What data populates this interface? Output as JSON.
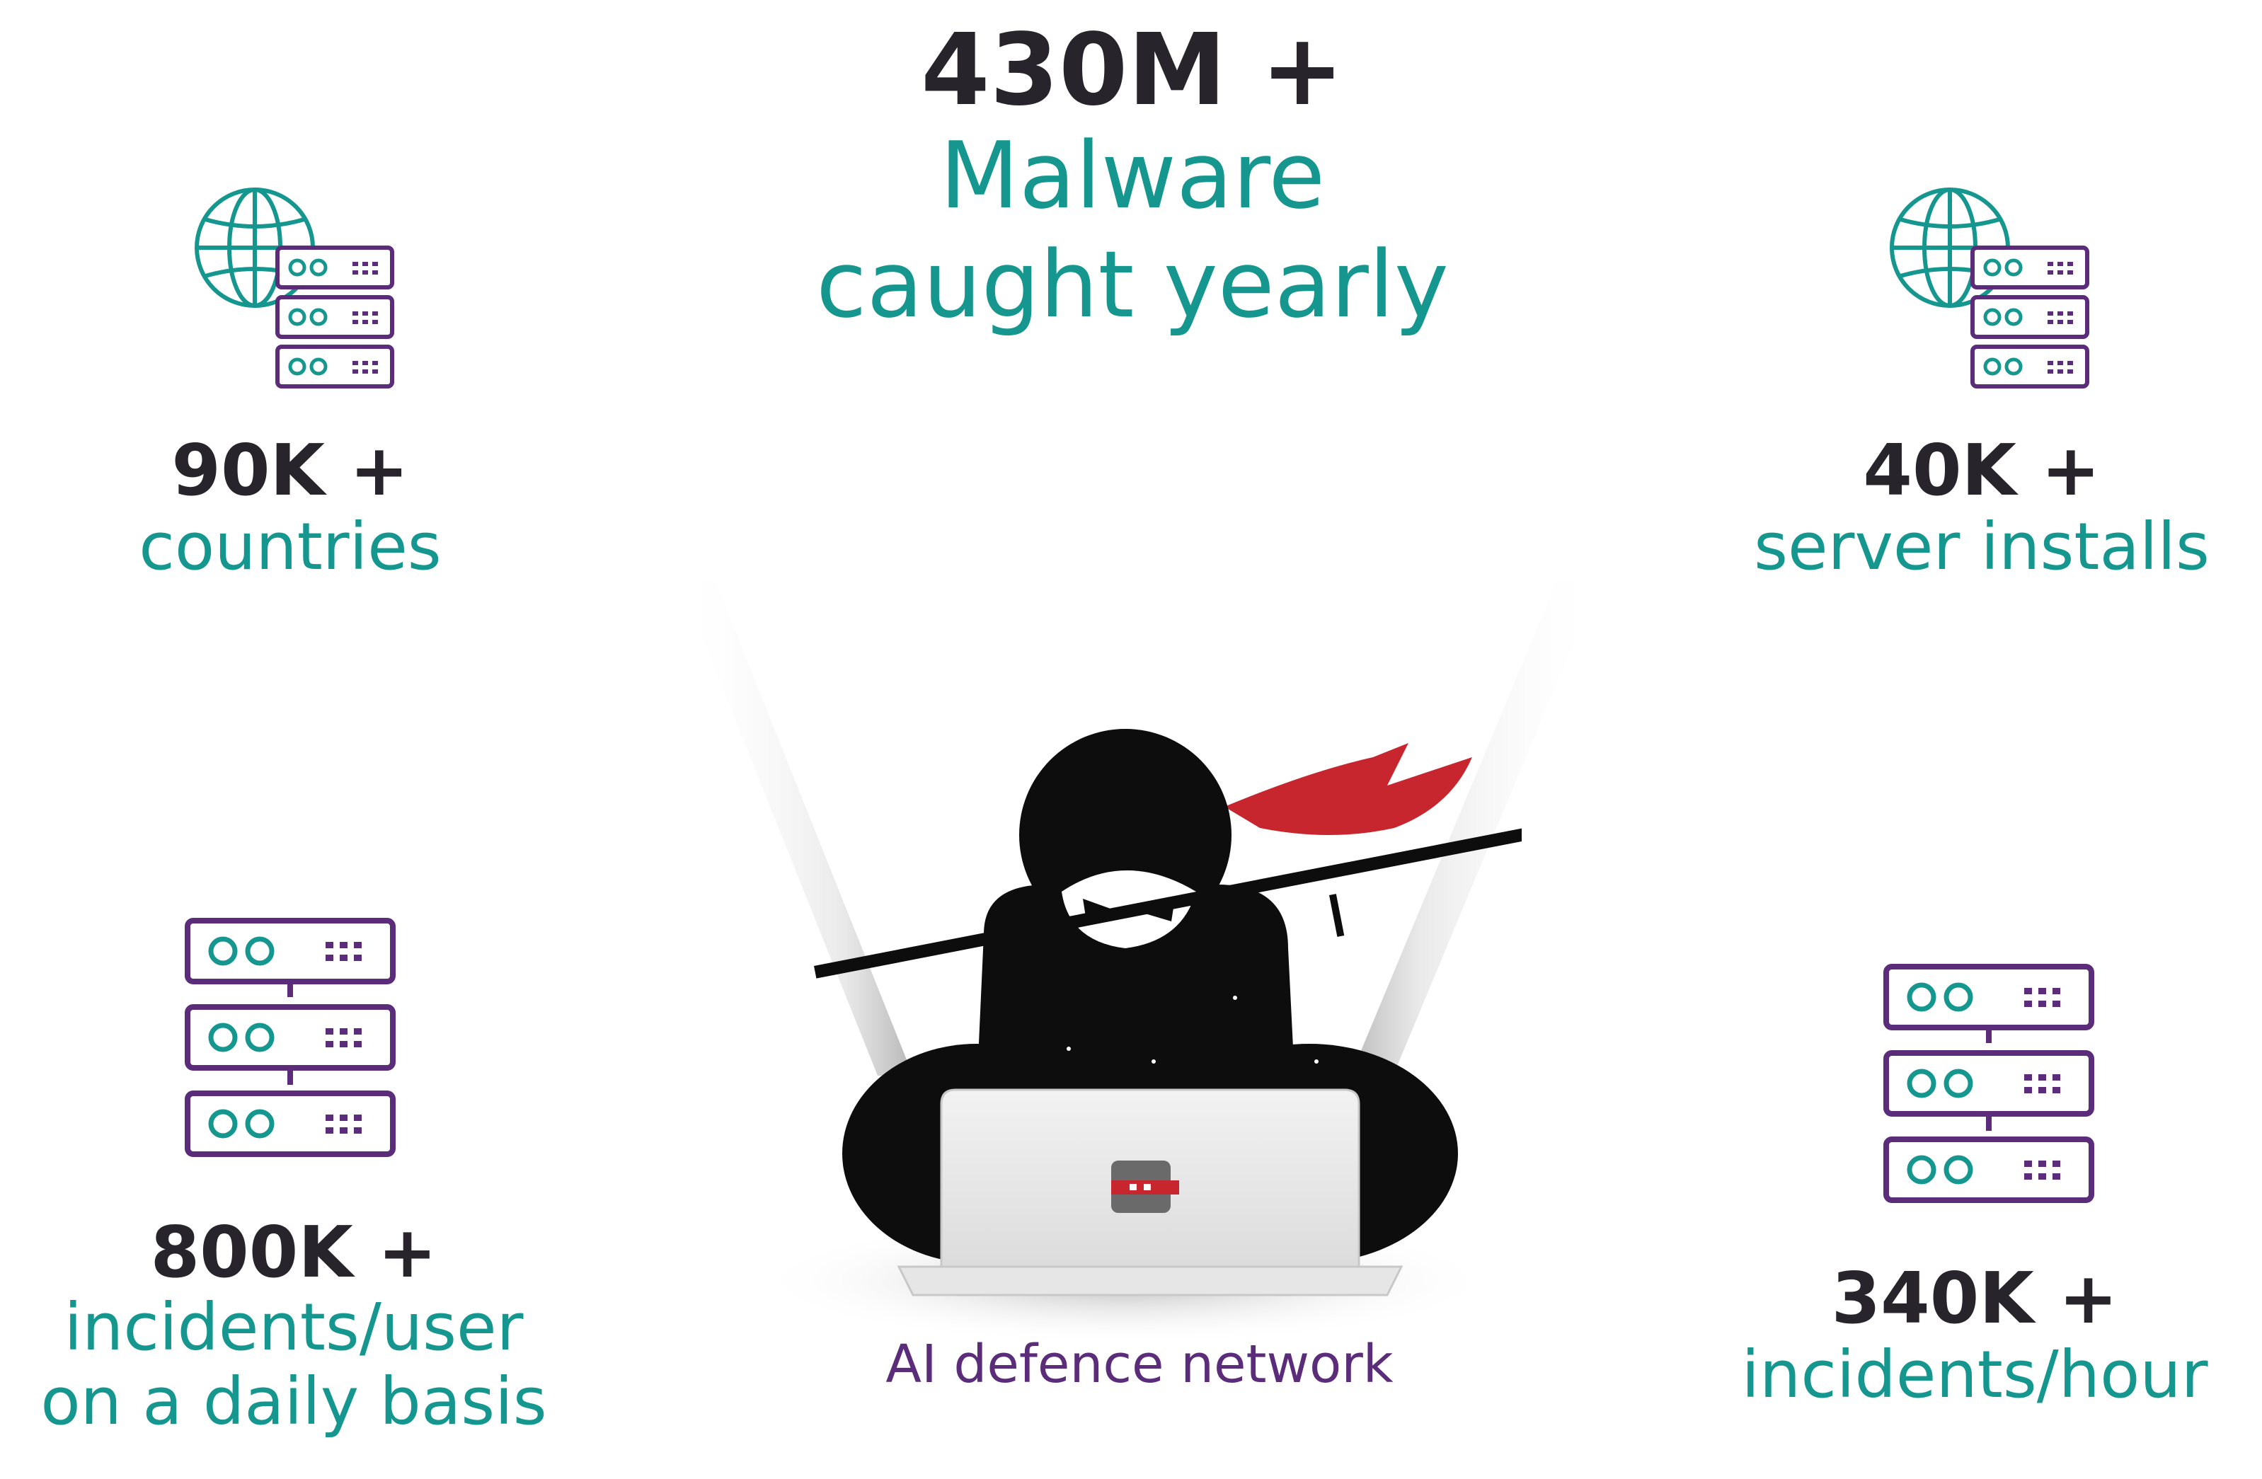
{
  "center": {
    "number": "430M +",
    "label_line1": "Malware",
    "label_line2": "caught yearly",
    "caption": "AI defence network"
  },
  "stats": {
    "top_left": {
      "number": "90K +",
      "label_line1": "countries",
      "label_line2": ""
    },
    "top_right": {
      "number": "40K +",
      "label_line1": "server installs",
      "label_line2": ""
    },
    "bottom_left": {
      "number": "800K +",
      "label_line1": "incidents/user",
      "label_line2": "on a daily basis"
    },
    "bottom_right": {
      "number": "340K +",
      "label_line1": "incidents/hour",
      "label_line2": ""
    }
  },
  "icons": {
    "globe_server": "globe-server-icon",
    "server_stack": "server-stack-icon",
    "ninja": "ninja-illustration"
  },
  "colors": {
    "number": "#27252b",
    "teal": "#15978f",
    "purple": "#5a2c7a",
    "ninja_scarf": "#c8262e"
  }
}
